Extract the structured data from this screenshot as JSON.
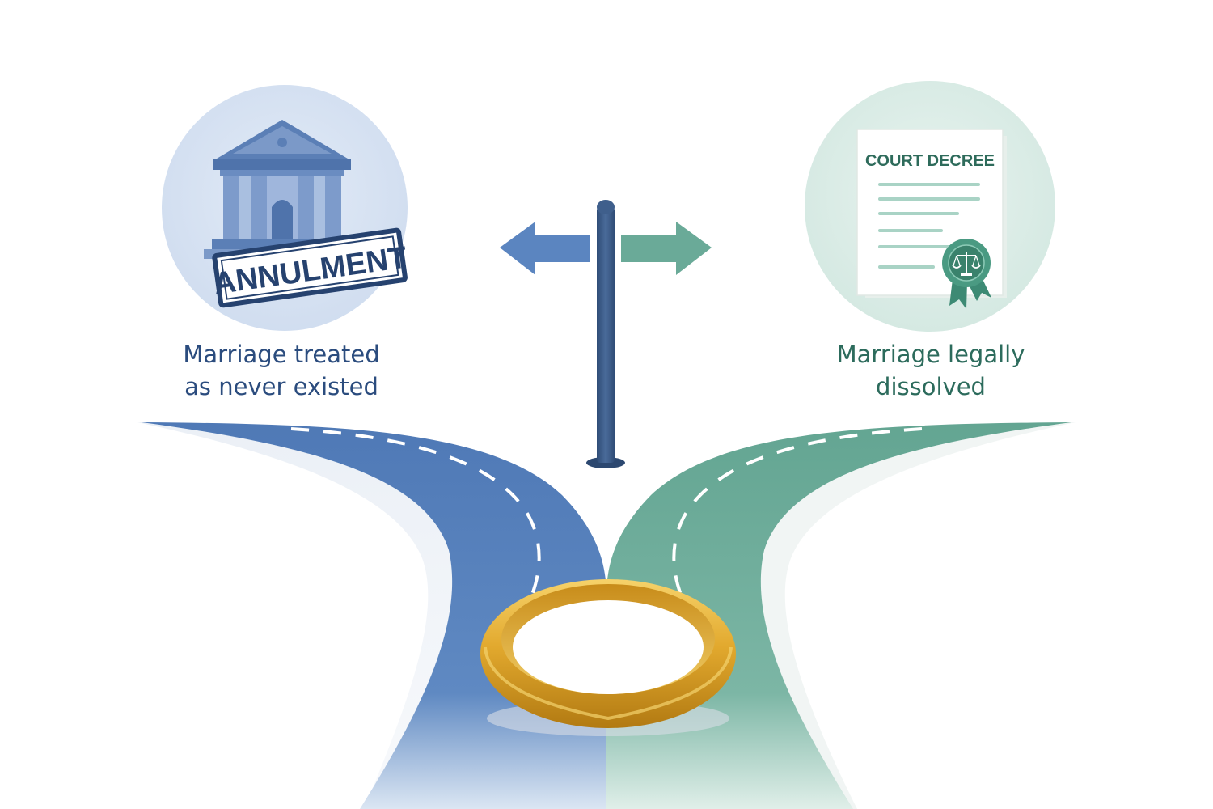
{
  "left_path": {
    "stamp_text": "ANNULMENT",
    "caption_lines": [
      "Marriage treated",
      "as never existed"
    ],
    "icon": "courthouse-icon",
    "color": "#5b85c0"
  },
  "right_path": {
    "document_title": "COURT DECREE",
    "caption_lines": [
      "Marriage legally",
      "dissolved"
    ],
    "icon": "court-decree-document-icon",
    "seal_icon": "scales-of-justice-icon",
    "color": "#6aaa98"
  },
  "signpost": {
    "left_arrow_color": "#5b85c0",
    "right_arrow_color": "#6aaa98",
    "post_color": "#3f5f8c"
  },
  "ring": {
    "icon": "wedding-ring-icon",
    "color": "#e3b43c"
  }
}
